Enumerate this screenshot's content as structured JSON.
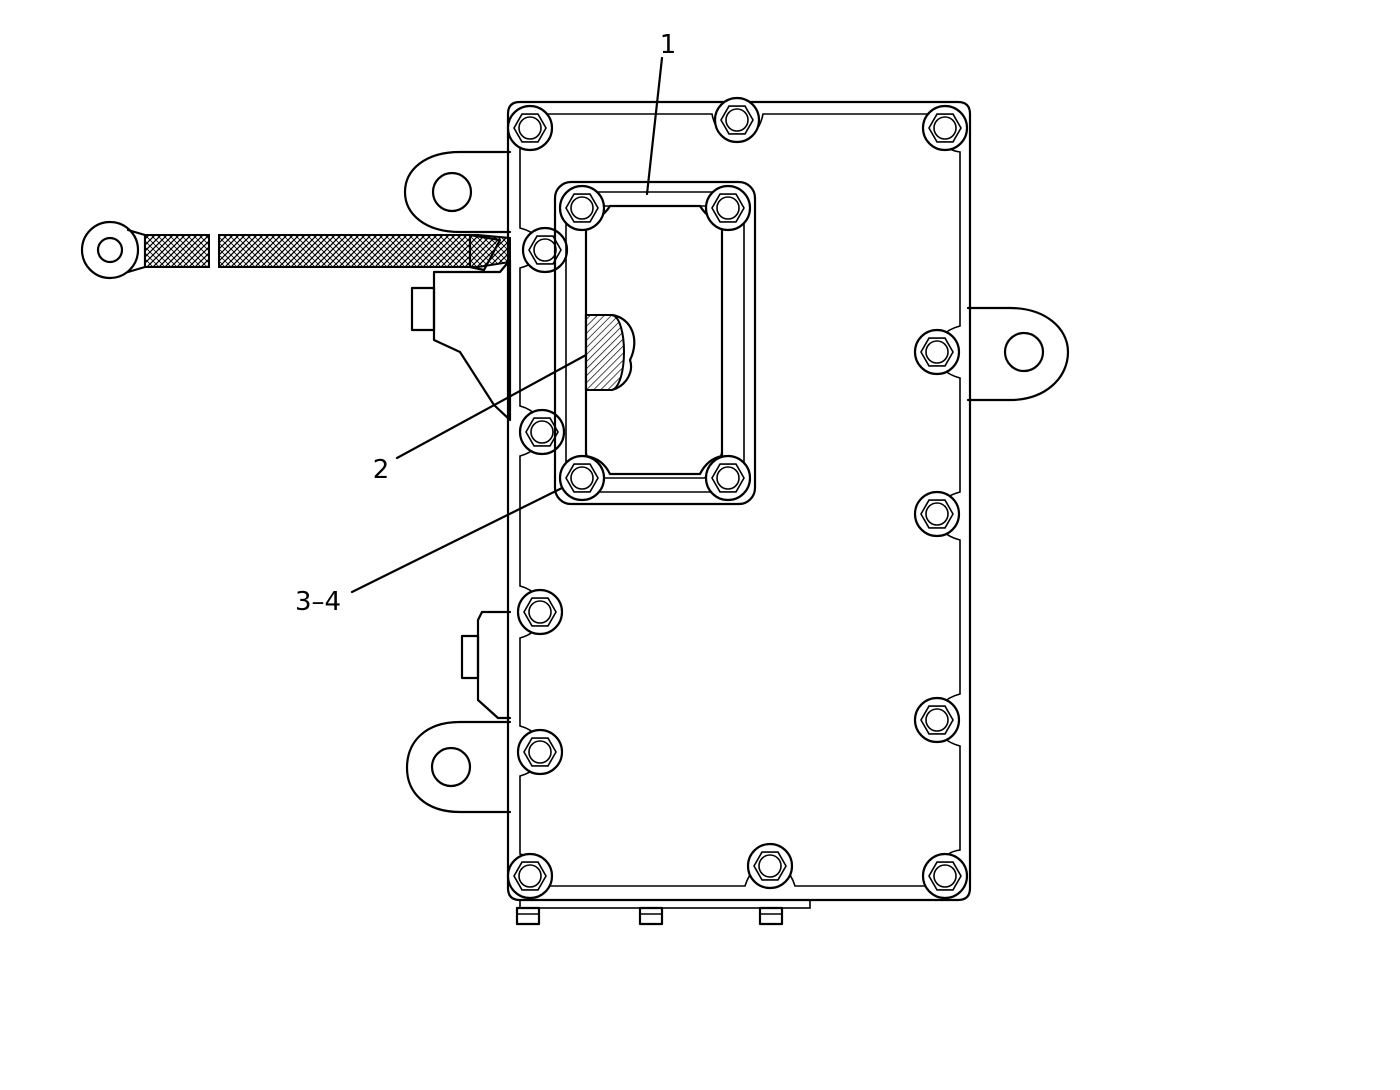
{
  "callouts": [
    {
      "id": "1",
      "label": "1"
    },
    {
      "id": "2",
      "label": "2"
    },
    {
      "id": "3-4",
      "label": "3–4"
    }
  ],
  "line_color": "#000000",
  "background": "#ffffff"
}
